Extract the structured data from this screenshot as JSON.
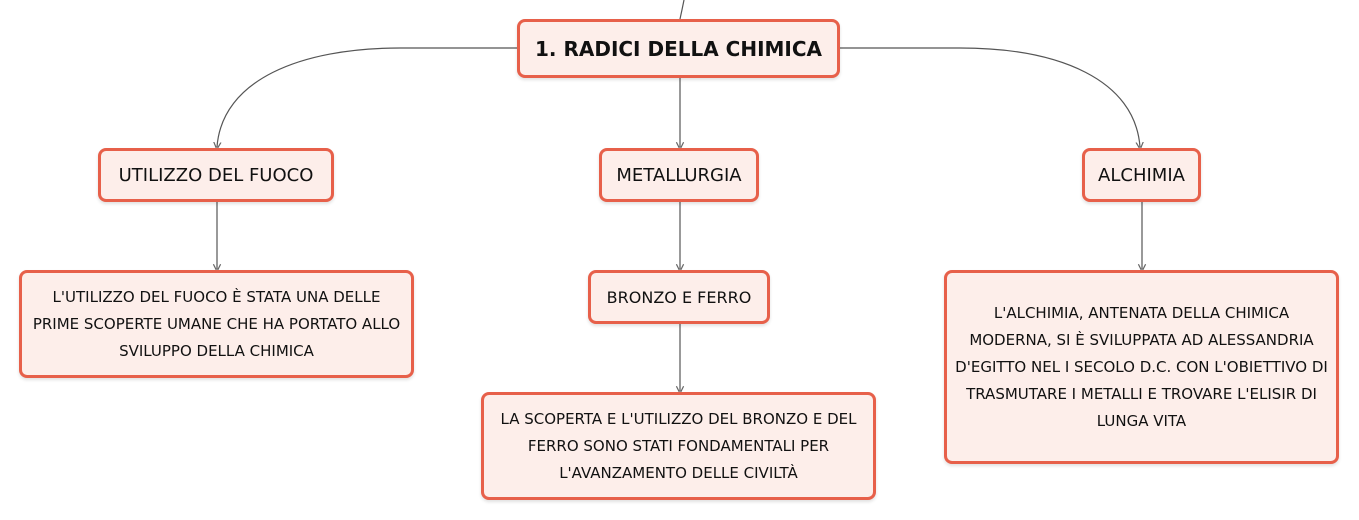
{
  "map": {
    "root": {
      "label": "1. RADICI DELLA CHIMICA"
    },
    "branches": [
      {
        "label": "UTILIZZO DEL FUOCO",
        "description": "L'UTILIZZO DEL FUOCO È STATA UNA DELLE PRIME SCOPERTE UMANE CHE HA PORTATO ALLO SVILUPPO DELLA CHIMICA"
      },
      {
        "label": "METALLURGIA",
        "subtopic": "BRONZO E FERRO",
        "description": "LA SCOPERTA E L'UTILIZZO DEL BRONZO E DEL FERRO SONO STATI FONDAMENTALI PER L'AVANZAMENTO DELLE CIVILTÀ"
      },
      {
        "label": "ALCHIMIA",
        "description": "L'ALCHIMIA, ANTENATA DELLA CHIMICA MODERNA, SI È SVILUPPATA AD ALESSANDRIA D'EGITTO NEL I SECOLO D.C. CON L'OBIETTIVO DI TRASMUTARE I METALLI E TROVARE L'ELISIR DI LUNGA VITA"
      }
    ]
  },
  "colors": {
    "node_border": "#e7604a",
    "node_fill": "#fdeeea",
    "connector": "#666666"
  }
}
